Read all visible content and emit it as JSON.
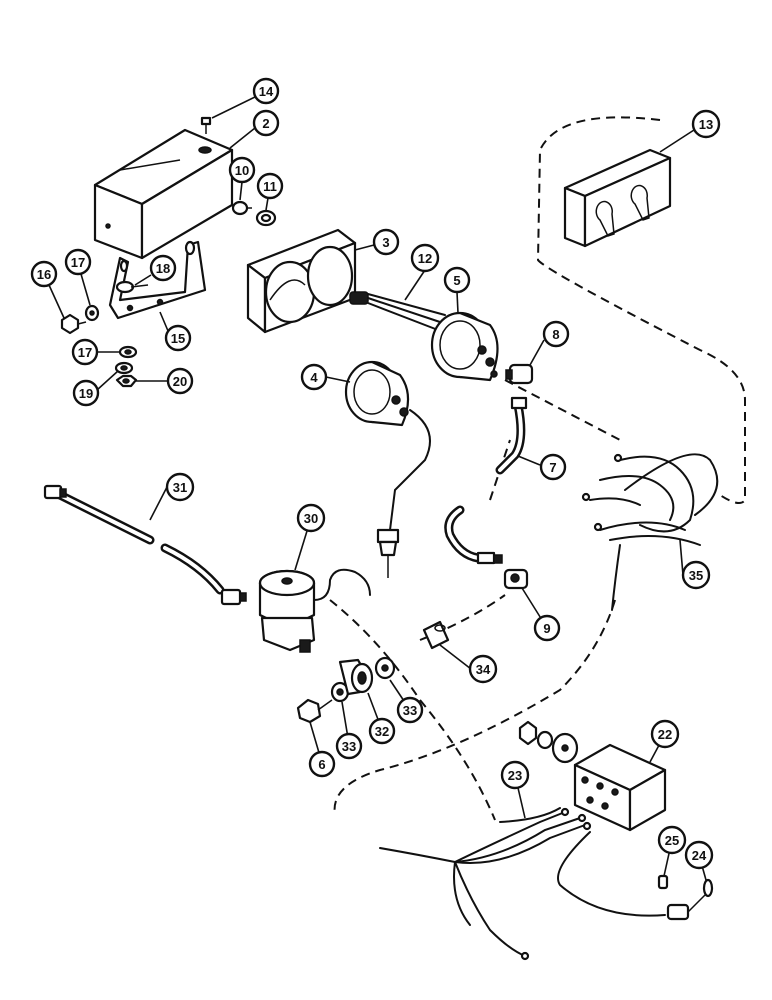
{
  "callouts": {
    "c14": "14",
    "c2": "2",
    "c13": "13",
    "c10": "10",
    "c11": "11",
    "c3": "3",
    "c12": "12",
    "c5": "5",
    "c8": "8",
    "c16": "16",
    "c17a": "17",
    "c18": "18",
    "c15": "15",
    "c17b": "17",
    "c19": "19",
    "c20": "20",
    "c4": "4",
    "c7": "7",
    "c31": "31",
    "c30": "30",
    "c35": "35",
    "c9": "9",
    "c34": "34",
    "c33a": "33",
    "c32": "32",
    "c33b": "33",
    "c6": "6",
    "c22": "22",
    "c23": "23",
    "c25": "25",
    "c24": "24"
  }
}
